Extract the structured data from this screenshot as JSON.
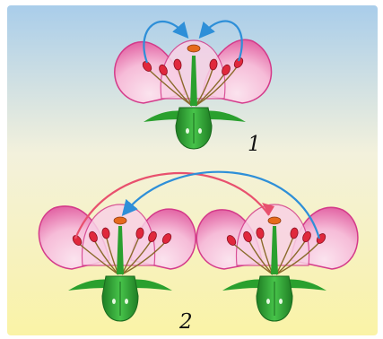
{
  "labels": {
    "self_pollination": "1",
    "cross_pollination": "2"
  },
  "colors": {
    "background_top": "#a9cdea",
    "background_bottom": "#faf3a6",
    "petal_fill": "#f7c8e0",
    "petal_edge": "#d43a8a",
    "stem_green": "#2aa02e",
    "anther_red": "#e0283c",
    "arrow_blue": "#2e8fd8",
    "arrow_red": "#e8506e"
  },
  "icons": [
    "flower-self-pollination",
    "flower-donor",
    "flower-recipient",
    "pollen-transfer-arrow"
  ]
}
